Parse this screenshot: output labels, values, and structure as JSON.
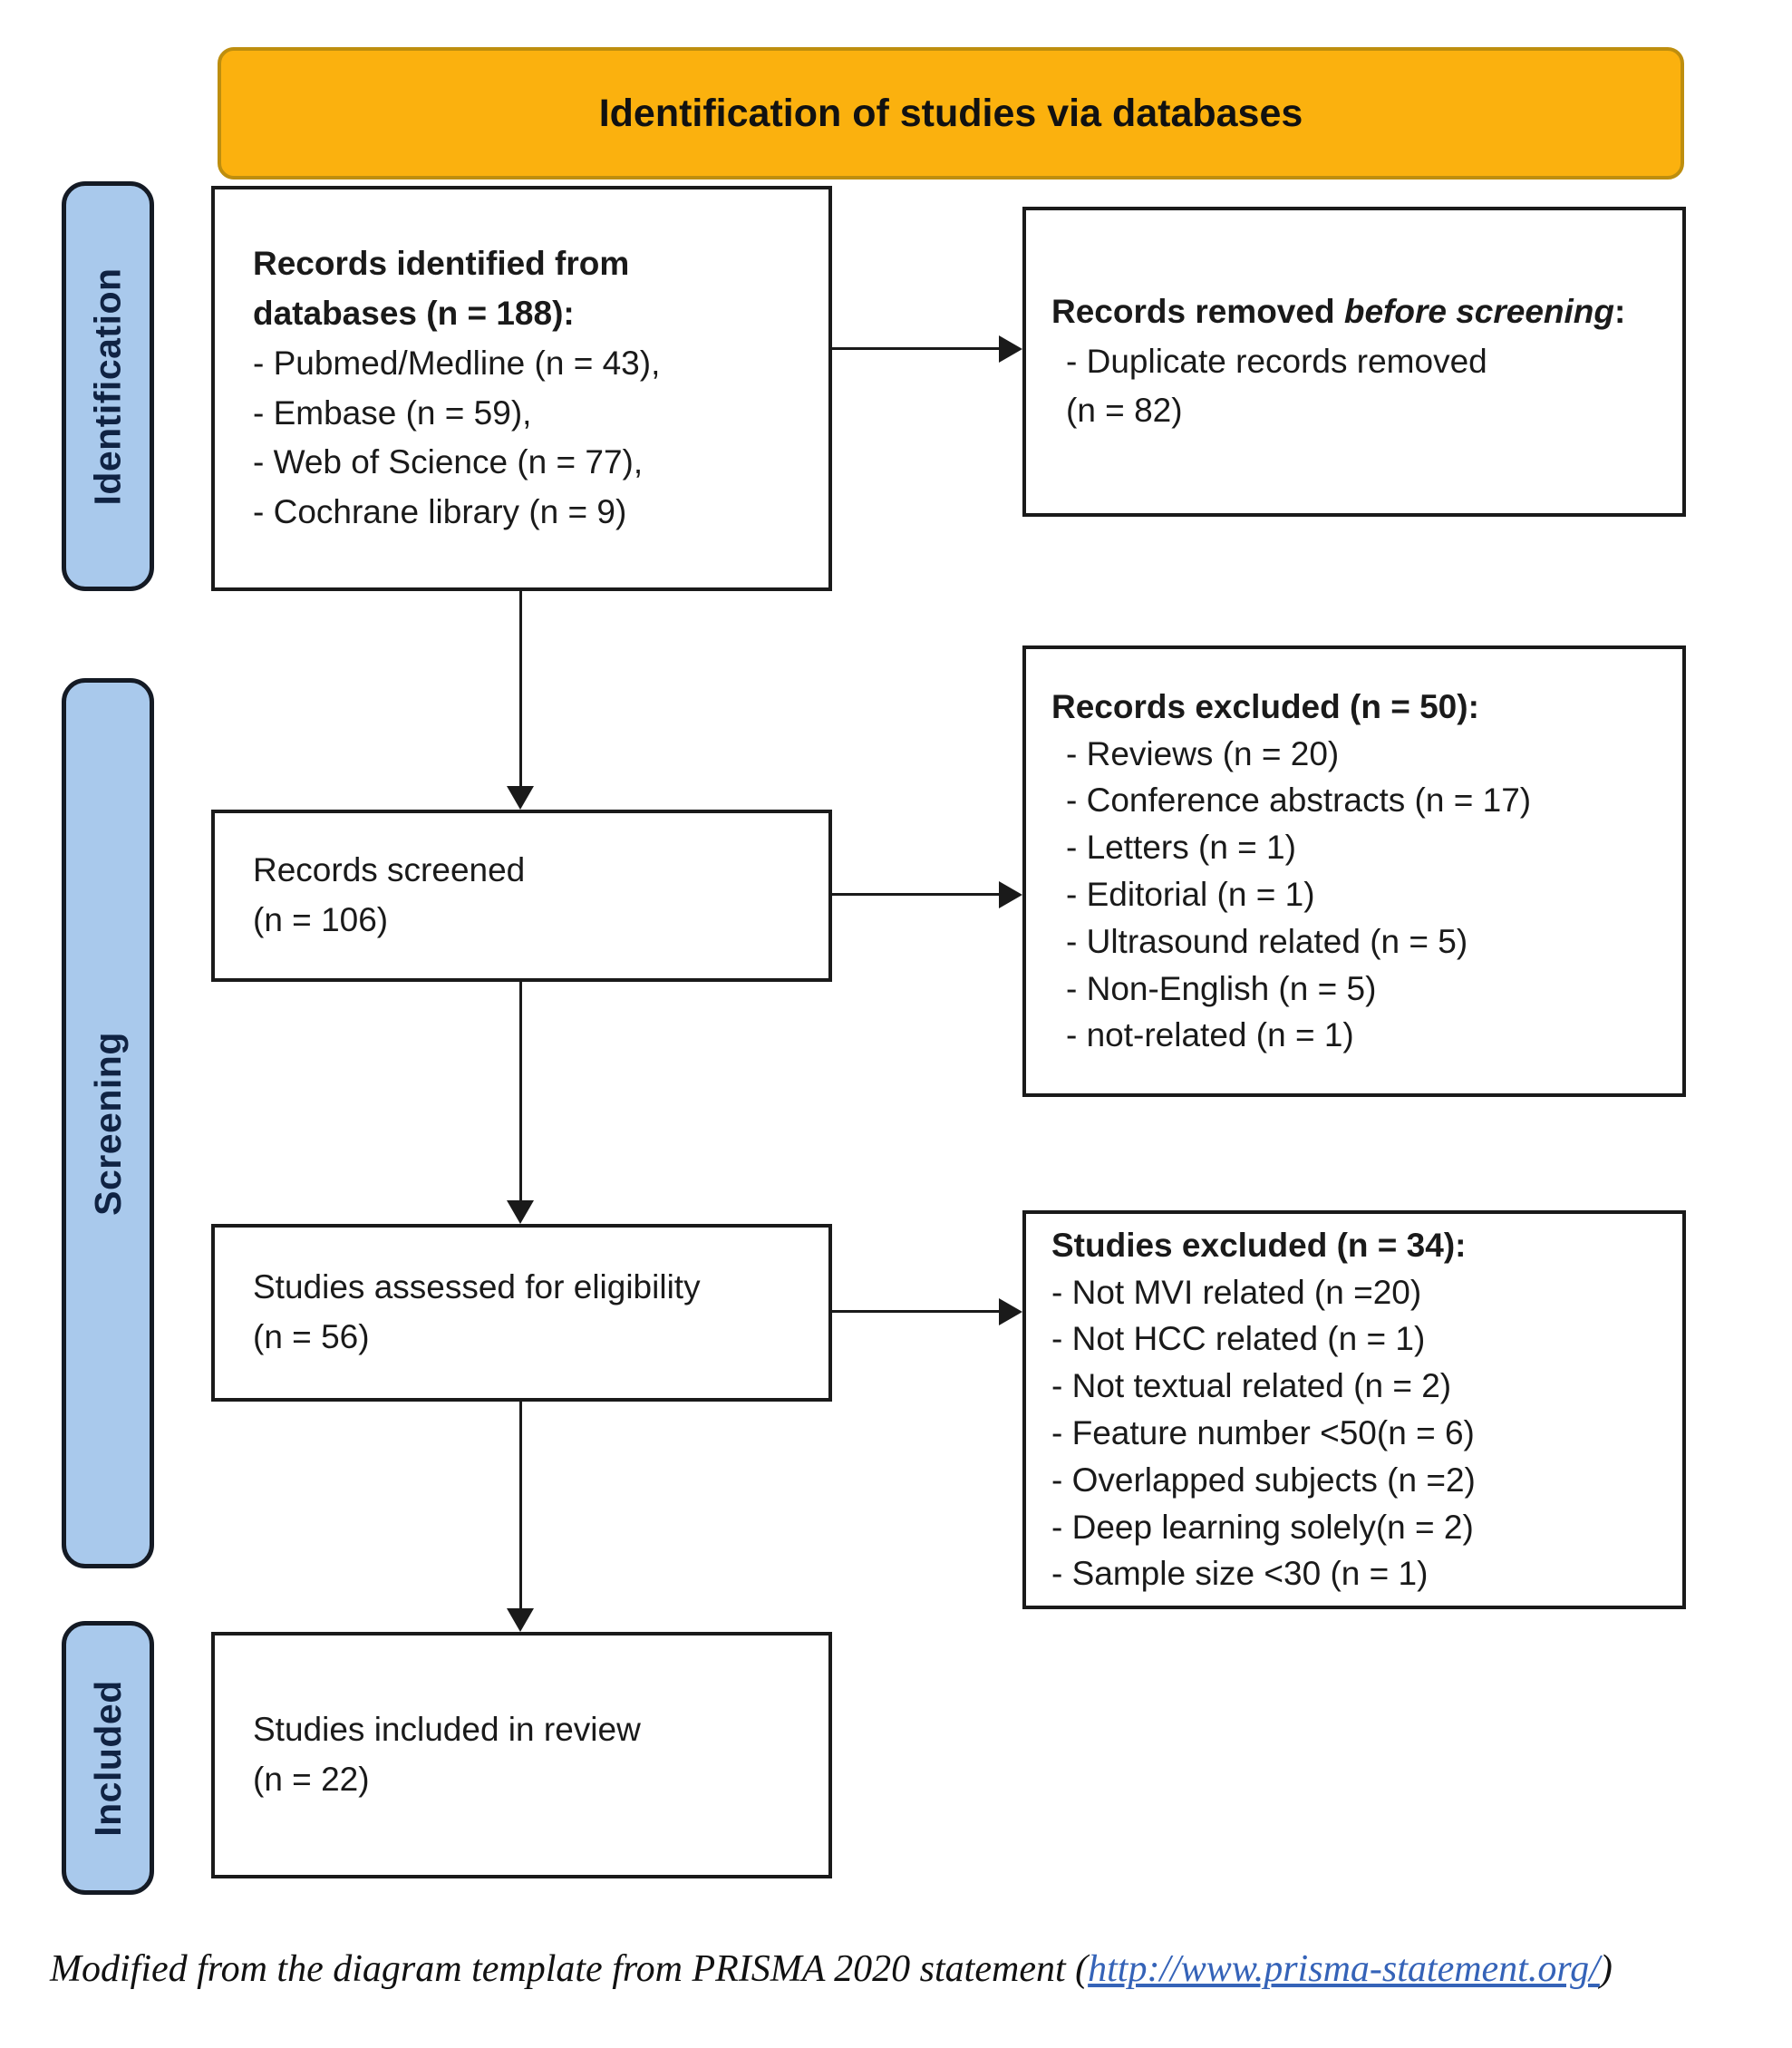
{
  "banner": {
    "title": "Identification of studies via databases"
  },
  "stages": [
    {
      "label": "Identification"
    },
    {
      "label": "Screening"
    },
    {
      "label": "Included"
    }
  ],
  "boxes": {
    "identified": {
      "title_lines": [
        "Records identified from",
        "databases (n = 188):"
      ],
      "items": [
        "- Pubmed/Medline (n = 43),",
        "- Embase (n = 59),",
        "- Web of Science (n = 77),",
        "- Cochrane library (n = 9)"
      ]
    },
    "removed": {
      "title_prefix": "Records removed ",
      "title_italic": "before screening",
      "title_suffix": ":",
      "items": [
        "- Duplicate records removed",
        "(n = 82)"
      ]
    },
    "screened": {
      "lines": [
        "Records screened",
        "(n = 106)"
      ]
    },
    "records_excluded": {
      "title": "Records excluded (n = 50):",
      "items": [
        "- Reviews (n = 20)",
        "- Conference abstracts (n = 17)",
        "- Letters (n = 1)",
        "- Editorial (n = 1)",
        "- Ultrasound related (n = 5)",
        "- Non-English (n = 5)",
        "- not-related (n = 1)"
      ]
    },
    "assessed": {
      "lines": [
        "Studies assessed for eligibility",
        "(n = 56)"
      ]
    },
    "studies_excluded": {
      "title": "Studies excluded (n = 34):",
      "items": [
        "- Not MVI related (n =20)",
        "- Not HCC related (n = 1)",
        "- Not textual related (n = 2)",
        "- Feature number <50(n = 6)",
        "- Overlapped subjects (n =2)",
        "- Deep learning solely(n = 2)",
        "- Sample size <30 (n = 1)"
      ]
    },
    "included": {
      "lines": [
        "Studies included in review",
        "(n = 22)"
      ]
    }
  },
  "footer": {
    "prefix": "Modified from the diagram template from PRISMA 2020 statement (",
    "link": "http://www.prisma-statement.org/",
    "suffix": ")"
  },
  "colors": {
    "banner_fill": "#FBB10E",
    "banner_border": "#BE8E0E",
    "stage_fill": "#A9C9EC",
    "stage_border": "#141A24",
    "box_border": "#1a1a1a",
    "link": "#3563B8"
  }
}
